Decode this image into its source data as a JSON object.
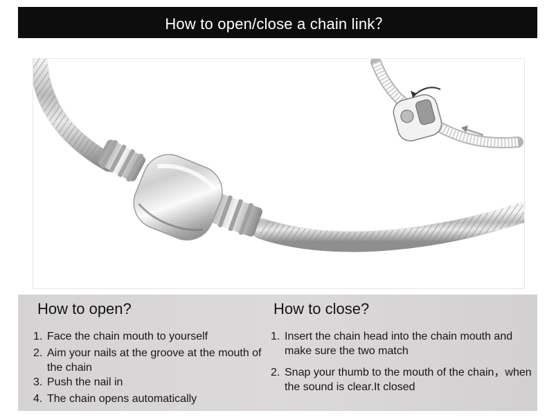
{
  "header": {
    "title": "How to open/close a chain link？"
  },
  "open": {
    "heading": "How to open?",
    "steps": [
      {
        "n": "1.",
        "text": "Face the chain mouth to yourself"
      },
      {
        "n": "2.",
        "text": "Aim your nails at the groove at the mouth of the chain"
      },
      {
        "n": "3.",
        "text": "Push the nail in"
      },
      {
        "n": "4.",
        "text": "The chain opens automatically"
      }
    ]
  },
  "close": {
    "heading": "How to close?",
    "steps": [
      {
        "n": "1.",
        "text": "Insert the chain head into the chain mouth and make sure the two match"
      },
      {
        "n": "2.",
        "text": "Snap your thumb to the mouth of the chain，when the sound is clear.It closed"
      }
    ]
  },
  "colors": {
    "header_bg": "#0d0d0d",
    "panel_bg": "#d9d6d7",
    "text": "#161616"
  }
}
